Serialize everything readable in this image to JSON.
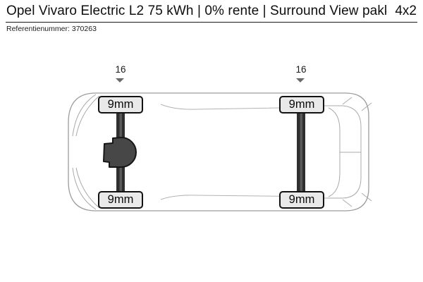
{
  "header": {
    "title": "Opel Vivaro Electric L2 75 kWh | 0% rente | Surround View pakk...",
    "drivetrain_badge": "4x2",
    "reference": {
      "label": "Referentienummer:",
      "value": "370263"
    }
  },
  "vehicle_diagram": {
    "front_axle": {
      "rim_size_inches": "16",
      "tires": {
        "top": "9mm",
        "bottom": "9mm"
      }
    },
    "rear_axle": {
      "rim_size_inches": "16",
      "tires": {
        "top": "9mm",
        "bottom": "9mm"
      }
    }
  },
  "colors": {
    "background": "#ffffff",
    "text": "#111111",
    "tire_fill": "#e9e9e9",
    "tire_border": "#121212",
    "axle_dark": "#2e2e2e",
    "axle_light": "#5a5a5a",
    "motor_fill": "#474747",
    "body_outline": "#9c9c9c",
    "marker_arrow": "#6a6a6a"
  }
}
